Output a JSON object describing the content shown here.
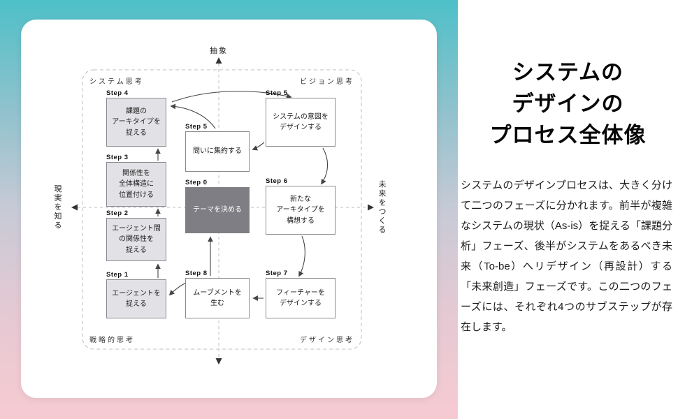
{
  "colors": {
    "gradient_top": "#4ec0c8",
    "gradient_bottom": "#f7cad2",
    "card_background": "#ffffff",
    "box_dark": "#7e7e84",
    "box_gray": "#e2e2e6"
  },
  "panel": {
    "title": "システムの\nデザインの\nプロセス全体像",
    "body": "システムのデザインプロセスは、大きく分けて二つのフェーズに分かれます。前半が複雑なシステムの現状（As-is）を捉える「課題分析」フェーズ、後半がシステムをあるべき未来（To-be）へリデザイン（再設計）する「未来創造」フェーズです。この二つのフェーズには、それぞれ4つのサブステップが存在します。"
  },
  "diagram": {
    "axes": {
      "top": "抽象",
      "left": "現実を知る",
      "right": "未来をつくる"
    },
    "quadrants": {
      "top_left": "システム思考",
      "top_right": "ビジョン思考",
      "bottom_left": "戦略的思考",
      "bottom_right": "デザイン思考"
    },
    "steps": {
      "s0": {
        "label": "Step 0",
        "text": "テーマを決める"
      },
      "s1": {
        "label": "Step 1",
        "text": "エージェントを\n捉える"
      },
      "s2": {
        "label": "Step 2",
        "text": "エージェント間\nの関係性を\n捉える"
      },
      "s3": {
        "label": "Step 3",
        "text": "関係性を\n全体構造に\n位置付ける"
      },
      "s4": {
        "label": "Step 4",
        "text": "課題の\nアーキタイプを\n捉える"
      },
      "s5_center": {
        "label": "Step 5",
        "text": "問いに集約する"
      },
      "s5_right": {
        "label": "Step 5",
        "text": "システムの意図を\nデザインする"
      },
      "s6": {
        "label": "Step 6",
        "text": "新たな\nアーキタイプを\n構想する"
      },
      "s7": {
        "label": "Step 7",
        "text": "フィーチャーを\nデザインする"
      },
      "s8": {
        "label": "Step 8",
        "text": "ムーブメントを\n生む"
      }
    }
  }
}
